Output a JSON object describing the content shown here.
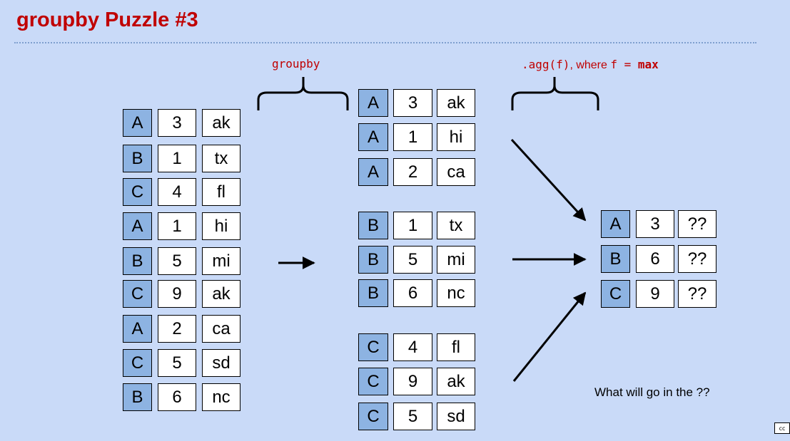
{
  "title": "groupby Puzzle #3",
  "labels": {
    "groupby": "groupby",
    "agg_code": ".agg(f)",
    "agg_where": ", where ",
    "agg_f": "f",
    "agg_eq": " = ",
    "agg_fn": "max"
  },
  "question": "What will go in the ??",
  "license_badge": "cc",
  "input_table": [
    [
      "A",
      "3",
      "ak"
    ],
    [
      "B",
      "1",
      "tx"
    ],
    [
      "C",
      "4",
      "fl"
    ],
    [
      "A",
      "1",
      "hi"
    ],
    [
      "B",
      "5",
      "mi"
    ],
    [
      "C",
      "9",
      "ak"
    ],
    [
      "A",
      "2",
      "ca"
    ],
    [
      "C",
      "5",
      "sd"
    ],
    [
      "B",
      "6",
      "nc"
    ]
  ],
  "groups": [
    [
      [
        "A",
        "3",
        "ak"
      ],
      [
        "A",
        "1",
        "hi"
      ],
      [
        "A",
        "2",
        "ca"
      ]
    ],
    [
      [
        "B",
        "1",
        "tx"
      ],
      [
        "B",
        "5",
        "mi"
      ],
      [
        "B",
        "6",
        "nc"
      ]
    ],
    [
      [
        "C",
        "4",
        "fl"
      ],
      [
        "C",
        "9",
        "ak"
      ],
      [
        "C",
        "5",
        "sd"
      ]
    ]
  ],
  "result_table": [
    [
      "A",
      "3",
      "??"
    ],
    [
      "B",
      "6",
      "??"
    ],
    [
      "C",
      "9",
      "??"
    ]
  ],
  "colors": {
    "background": "#c9daf8",
    "key_cell": "#8db3e2",
    "value_cell": "#ffffff",
    "accent": "#c00000"
  }
}
